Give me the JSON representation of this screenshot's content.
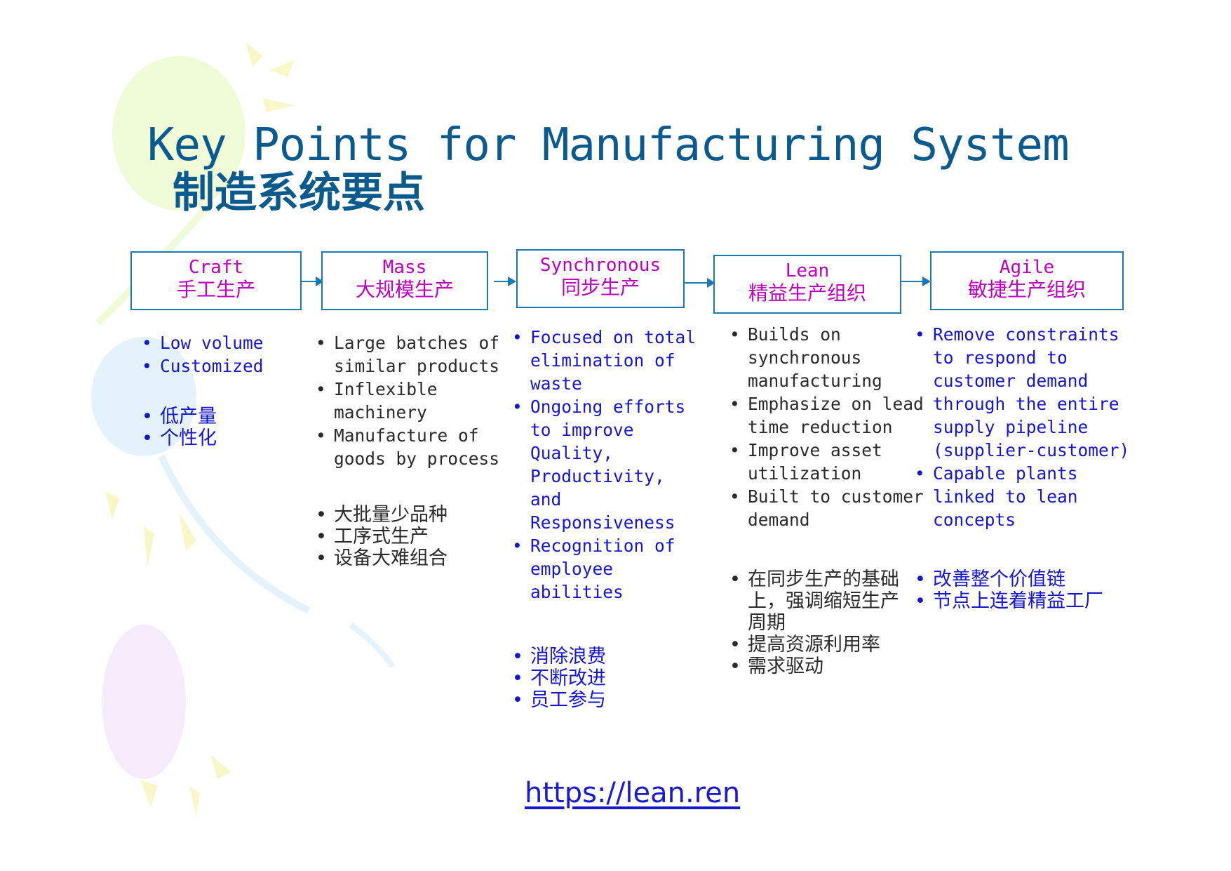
{
  "title": "Key Points for Manufacturing System",
  "subtitle": "制造系统要点",
  "stages": [
    {
      "en": "Craft",
      "zh": "手工生产"
    },
    {
      "en": "Mass",
      "zh": "大规模生产"
    },
    {
      "en": "Synchronous",
      "zh": "同步生产"
    },
    {
      "en": "Lean",
      "zh": "精益生产组织"
    },
    {
      "en": "Agile",
      "zh": "敏捷生产组织"
    }
  ],
  "columns": [
    {
      "en": [
        "Low volume",
        "Customized"
      ],
      "zh": [
        "低产量",
        "个性化"
      ]
    },
    {
      "en": [
        "Large batches of similar products",
        "Inflexible machinery",
        "Manufacture of goods by process"
      ],
      "zh": [
        "大批量少品种",
        "工序式生产",
        "设备大难组合"
      ]
    },
    {
      "en": [
        "Focused on total elimination of waste",
        "Ongoing efforts to improve Quality, Productivity, and Responsiveness",
        "Recognition of employee abilities"
      ],
      "zh": [
        "消除浪费",
        "不断改进",
        "员工参与"
      ]
    },
    {
      "en": [
        "Builds on synchronous manufacturing",
        "Emphasize on lead time reduction",
        "Improve asset utilization",
        "Built to customer demand"
      ],
      "zh": [
        "在同步生产的基础上，强调缩短生产周期",
        "提高资源利用率",
        "需求驱动"
      ]
    },
    {
      "en": [
        "Remove constraints to respond to customer demand through the entire supply pipeline (supplier-customer)",
        "Capable plants linked to lean concepts"
      ],
      "zh": [
        "改善整个价值链",
        "节点上连着精益工厂"
      ]
    }
  ],
  "url": "https://lean.ren"
}
